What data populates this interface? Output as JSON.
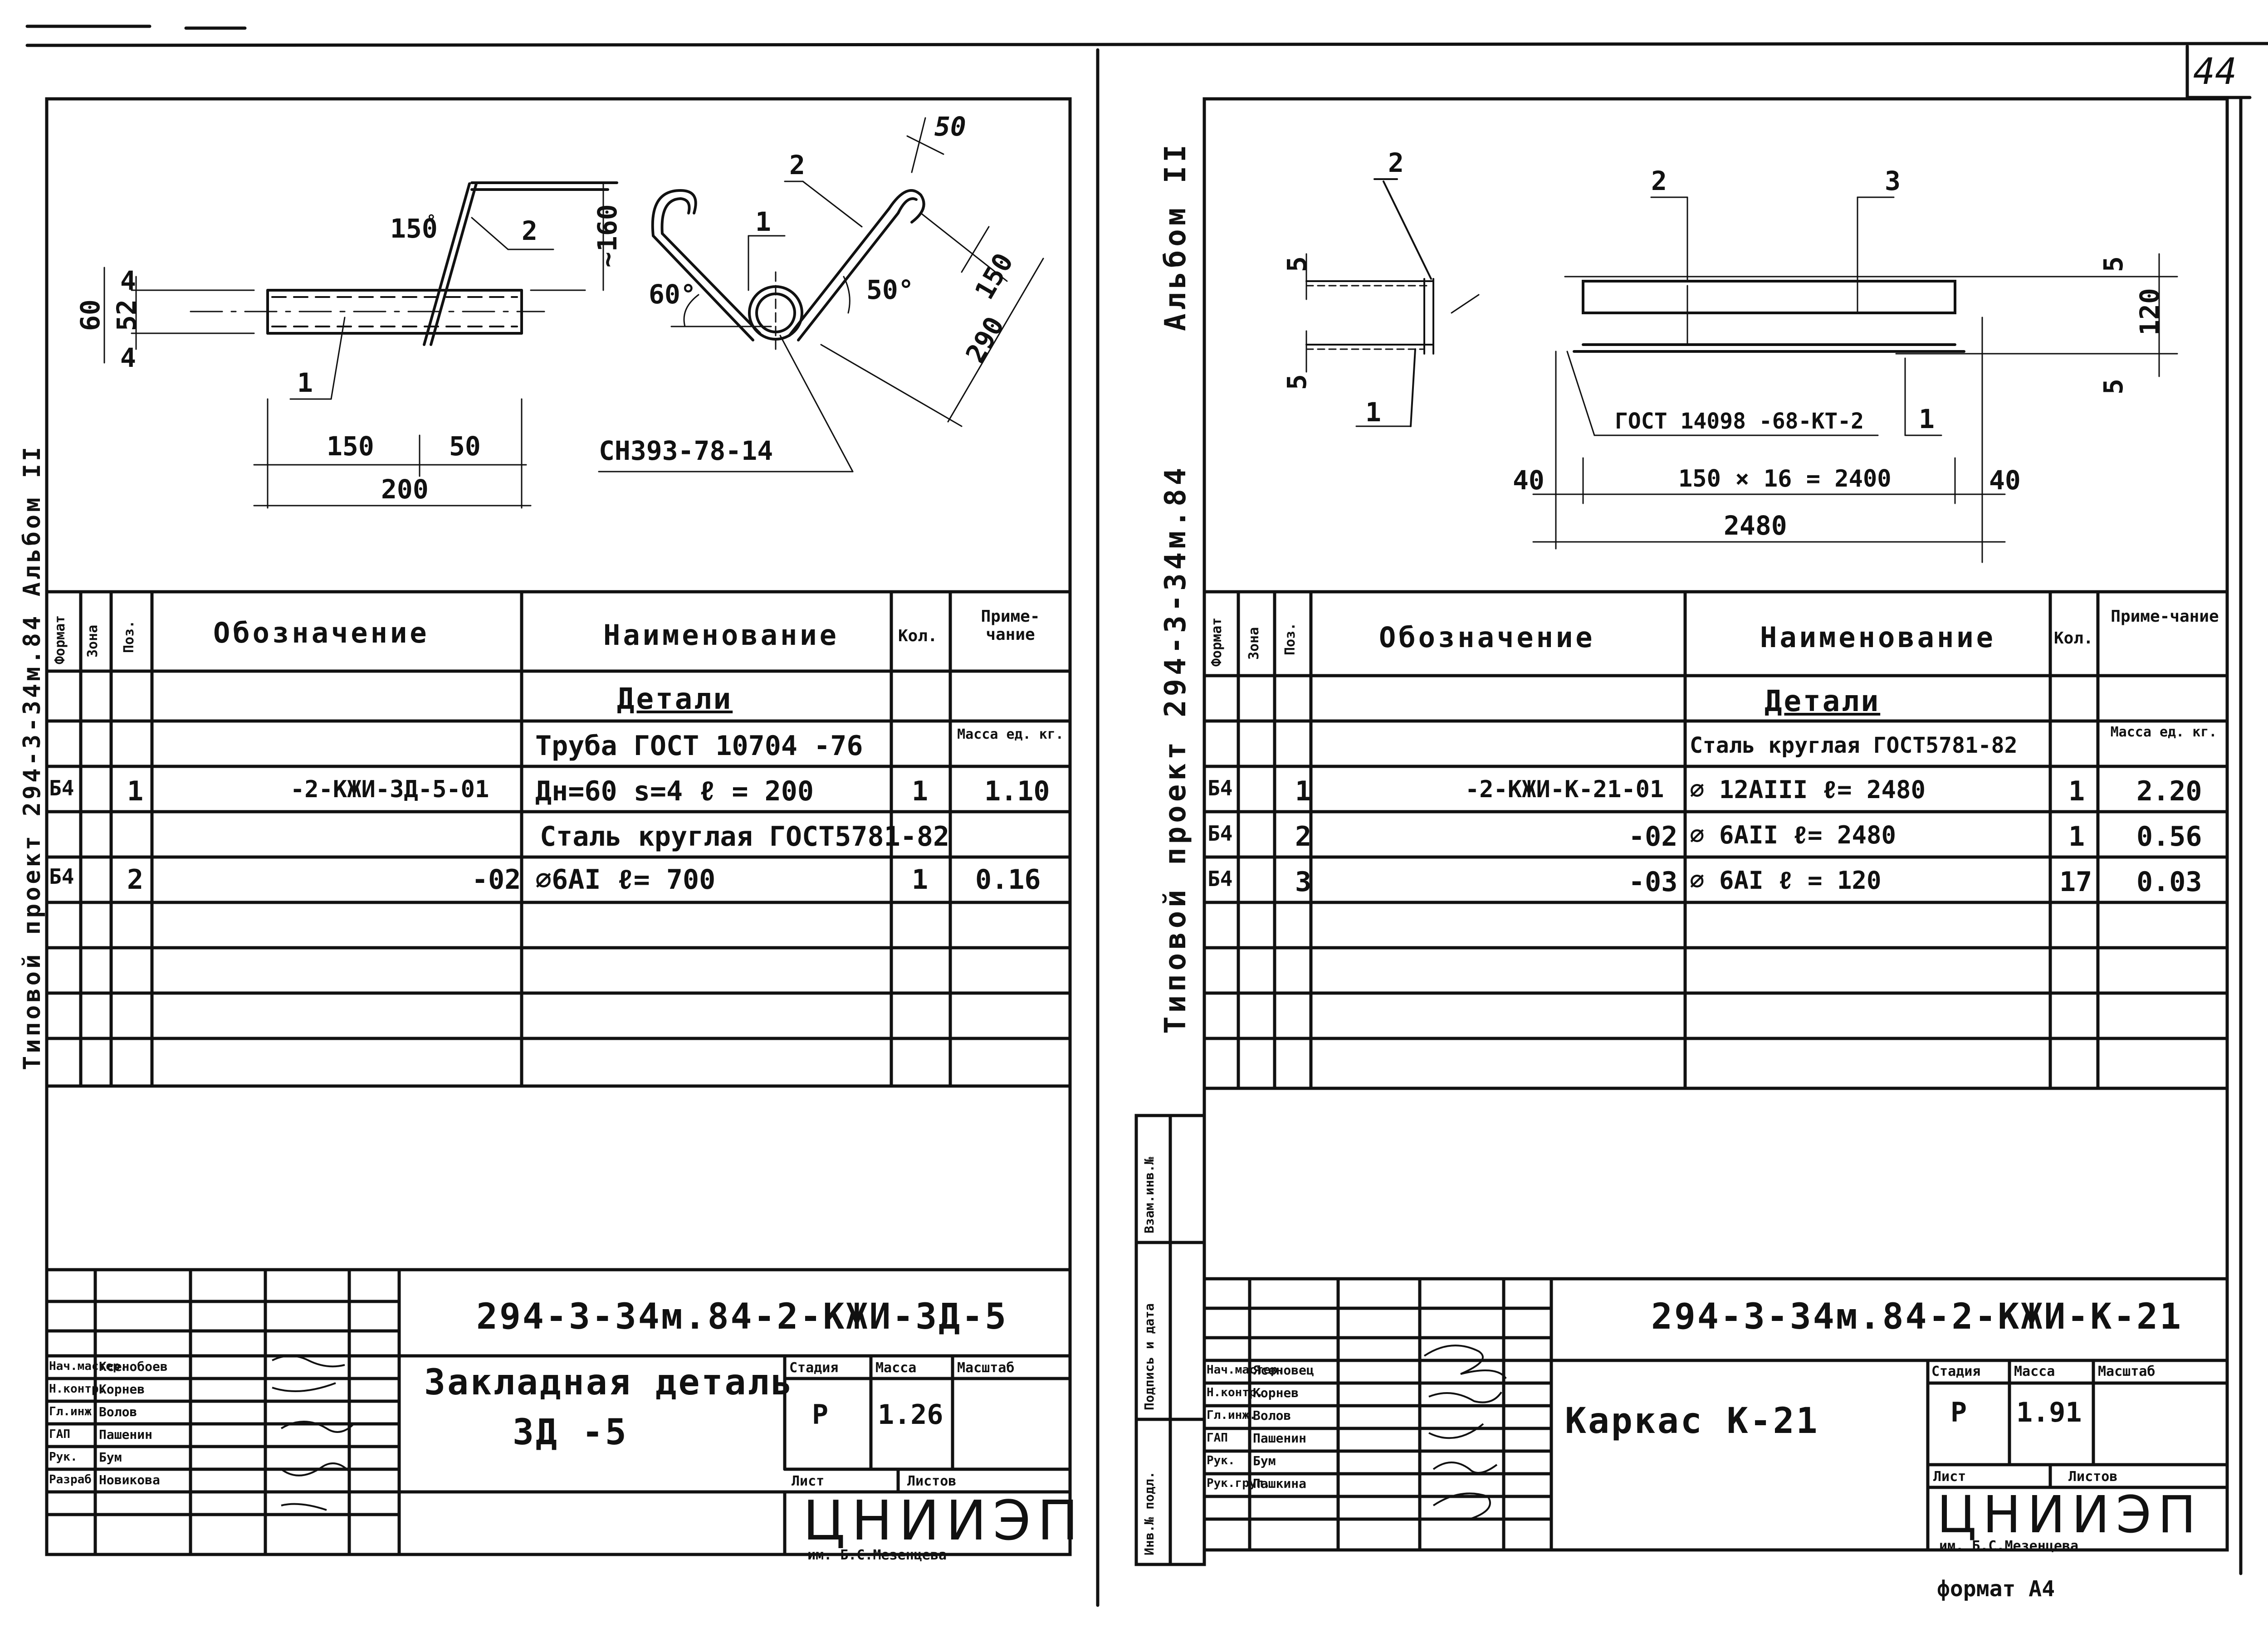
{
  "page_number": "44",
  "format": "формат А4",
  "left_sheet": {
    "side_stamp": "Типовой проект 294-3-34м.84 Альбом II",
    "dims": {
      "d60": "60",
      "d52": "52",
      "d4a": "4",
      "d4b": "4",
      "a150deg": "150",
      "angle60": "60°",
      "angle50": "50°",
      "d160": "~160",
      "d150a": "150",
      "d290": "290",
      "d50top": "50",
      "d150": "150",
      "d50": "50",
      "d200": "200",
      "snip": "СН393-78-14"
    },
    "leaders": {
      "p1": "1",
      "p2": "2",
      "p1b": "1",
      "p2b": "2"
    },
    "headers": {
      "format": "Формат",
      "zone": "Зона",
      "pos": "Поз.",
      "designation": "Обозначение",
      "name": "Наименование",
      "qty": "Кол.",
      "note": "Приме-чание"
    },
    "section": "Детали",
    "rows": [
      {
        "format": "",
        "pos": "",
        "designation": "",
        "name": "Труба  ГОСТ  10704 -76",
        "qty": "",
        "note": "Масса ед. кг."
      },
      {
        "format": "Б4",
        "pos": "1",
        "designation": "-2-КЖИ-ЗД-5-01",
        "name": "Дн=60  s=4   ℓ = 200",
        "qty": "1",
        "note": "1.10"
      },
      {
        "format": "",
        "pos": "",
        "designation": "",
        "name": "Сталь круглая ГОСТ5781-82",
        "qty": "",
        "note": ""
      },
      {
        "format": "Б4",
        "pos": "2",
        "designation": "-02",
        "name": "⌀6АI         ℓ= 700",
        "qty": "1",
        "note": "0.16"
      }
    ],
    "title_block": {
      "code": "294-3-34м.84-2-КЖИ-ЗД-5",
      "name": "Закладная деталь",
      "name2": "ЗД -5",
      "stage_h": "Стадия",
      "mass_h": "Масса",
      "scale_h": "Масштаб",
      "stage": "Р",
      "mass": "1.26",
      "sheet_h": "Лист",
      "sheets_h": "Листов",
      "org": "ЦНИИЭП",
      "org_sub": "им. Б.С.Мезенцева",
      "roles": [
        "Нач.мастер.",
        "Н.контр.",
        "Гл.инж.",
        "ГАП",
        "Рук.",
        "Разраб."
      ],
      "people": [
        "Ксенобоев",
        "Корнев",
        "Волов",
        "Пашенин",
        "Бум",
        "Новикова"
      ]
    }
  },
  "right_sheet": {
    "side_stamp": "Типовой проект 294-3-34м.84 Альбом II",
    "side_stamp_a": "Альбом II",
    "side_stamp_b": "Типовой проект 294-3-34м.84",
    "inv": "Взам.инв.№",
    "inv2": "Подпись и дата",
    "inv3": "Инв.№ подл.",
    "dims": {
      "d5a": "5",
      "d5b": "5",
      "d5c": "5",
      "d5d": "5",
      "d120": "120",
      "d40a": "40",
      "d40b": "40",
      "span": "150 × 16 = 2400",
      "total": "2480",
      "gost": "ГОСТ 14098 -68-КТ-2",
      "gost_pos": "1"
    },
    "leaders": {
      "l2a": "2",
      "l2b": "2",
      "l3": "3",
      "l1": "1"
    },
    "headers": {
      "format": "Формат",
      "zone": "Зона",
      "pos": "Поз.",
      "designation": "Обозначение",
      "name": "Наименование",
      "qty": "Кол.",
      "note": "Приме-чание"
    },
    "section": "Детали",
    "rows": [
      {
        "format": "",
        "pos": "",
        "designation": "",
        "name": "Сталь круглая  ГОСТ5781-82",
        "qty": "",
        "note": "Масса ед. кг."
      },
      {
        "format": "Б4",
        "pos": "1",
        "designation": "-2-КЖИ-К-21-01",
        "name": "⌀ 12АIII        ℓ= 2480",
        "qty": "1",
        "note": "2.20"
      },
      {
        "format": "Б4",
        "pos": "2",
        "designation": "-02",
        "name": "⌀ 6АII         ℓ= 2480",
        "qty": "1",
        "note": "0.56"
      },
      {
        "format": "Б4",
        "pos": "3",
        "designation": "-03",
        "name": "⌀ 6АI          ℓ = 120",
        "qty": "17",
        "note": "0.03"
      }
    ],
    "title_block": {
      "code": "294-3-34м.84-2-КЖИ-К-21",
      "name": "Каркас  К-21",
      "stage_h": "Стадия",
      "mass_h": "Масса",
      "scale_h": "Масштаб",
      "stage": "Р",
      "mass": "1.91",
      "sheet_h": "Лист",
      "sheets_h": "Листов",
      "org": "ЦНИИЭП",
      "org_sub": "им. Б.С.Мезенцева",
      "roles": [
        "Нач.мастер.",
        "Н.контр.",
        "Гл.инж.",
        "ГАП",
        "Рук.",
        "Рук.груп."
      ],
      "people": [
        "Ясеновец",
        "Корнев",
        "Волов",
        "Пашенин",
        "Бум",
        "Пашкина"
      ]
    }
  }
}
